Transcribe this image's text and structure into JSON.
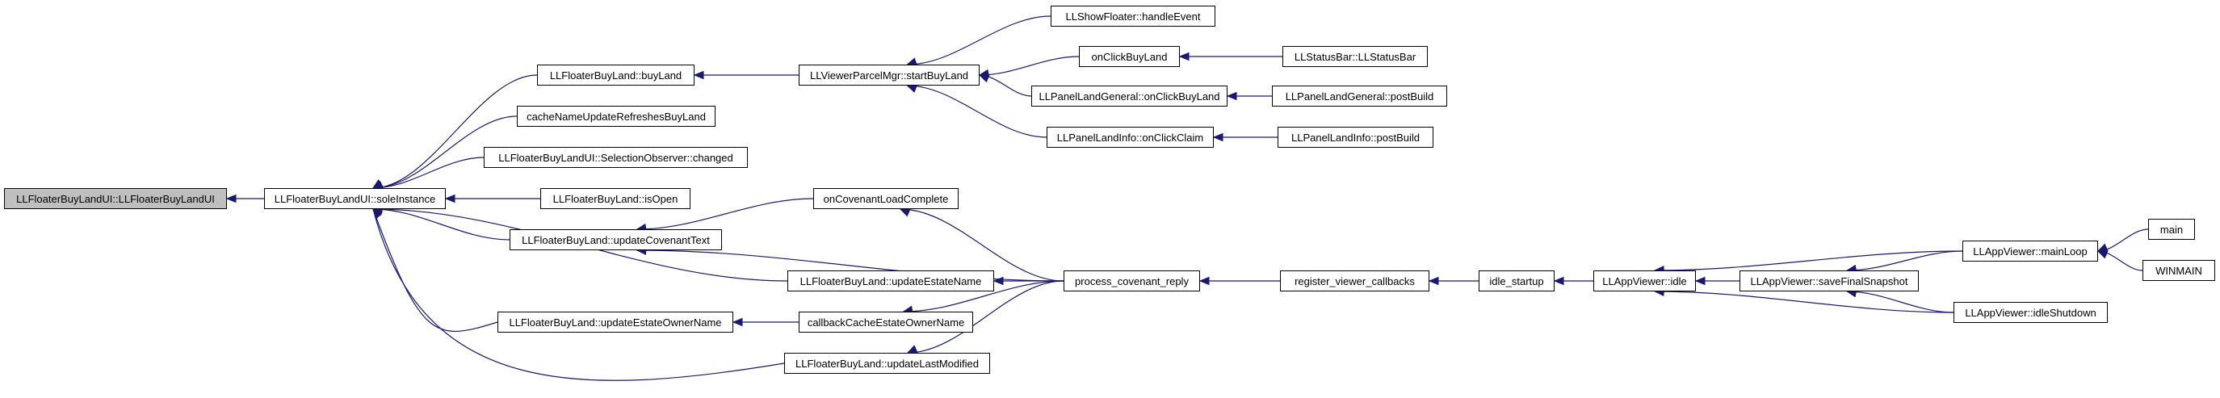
{
  "colors": {
    "edge": "#191970",
    "root_fill": "#bfbfbf",
    "node_fill": "#ffffff",
    "border": "#000000"
  },
  "nodes": {
    "root": "LLFloaterBuyLandUI::LLFloaterBuyLandUI",
    "sole_instance": "LLFloaterBuyLandUI::soleInstance",
    "buy_land": "LLFloaterBuyLand::buyLand",
    "cache_name_update": "cacheNameUpdateRefreshesBuyLand",
    "selection_observer": "LLFloaterBuyLandUI::SelectionObserver::changed",
    "is_open": "LLFloaterBuyLand::isOpen",
    "update_covenant_text": "LLFloaterBuyLand::updateCovenantText",
    "update_estate_name": "LLFloaterBuyLand::updateEstateName",
    "update_estate_owner_name": "LLFloaterBuyLand::updateEstateOwnerName",
    "update_last_modified": "LLFloaterBuyLand::updateLastModified",
    "start_buy_land": "LLViewerParcelMgr::startBuyLand",
    "on_covenant_load_complete": "onCovenantLoadComplete",
    "callback_cache_estate_owner_name": "callbackCacheEstateOwnerName",
    "process_covenant_reply": "process_covenant_reply",
    "show_floater_handle_event": "LLShowFloater::handleEvent",
    "on_click_buy_land": "onClickBuyLand",
    "panel_land_general_on_click": "LLPanelLandGeneral::onClickBuyLand",
    "panel_land_info_on_click_claim": "LLPanelLandInfo::onClickClaim",
    "status_bar_ctor": "LLStatusBar::LLStatusBar",
    "panel_land_general_post_build": "LLPanelLandGeneral::postBuild",
    "panel_land_info_post_build": "LLPanelLandInfo::postBuild",
    "register_viewer_callbacks": "register_viewer_callbacks",
    "idle_startup": "idle_startup",
    "app_viewer_idle": "LLAppViewer::idle",
    "app_viewer_save_final_snapshot": "LLAppViewer::saveFinalSnapshot",
    "app_viewer_main_loop": "LLAppViewer::mainLoop",
    "app_viewer_idle_shutdown": "LLAppViewer::idleShutdown",
    "main": "main",
    "winmain": "WINMAIN"
  }
}
